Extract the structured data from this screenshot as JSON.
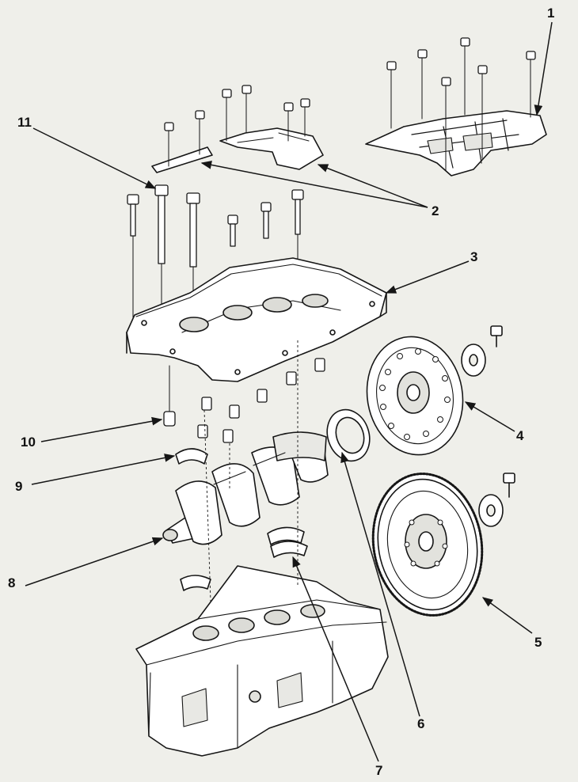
{
  "callouts": {
    "c1": "1",
    "c2": "2",
    "c3": "3",
    "c4": "4",
    "c5": "5",
    "c6": "6",
    "c7": "7",
    "c8": "8",
    "c9": "9",
    "c10": "10",
    "c11": "11"
  },
  "colors": {
    "paper": "#efefea",
    "ink": "#161616",
    "fill": "#ffffff",
    "shade": "#c9c9c4"
  }
}
